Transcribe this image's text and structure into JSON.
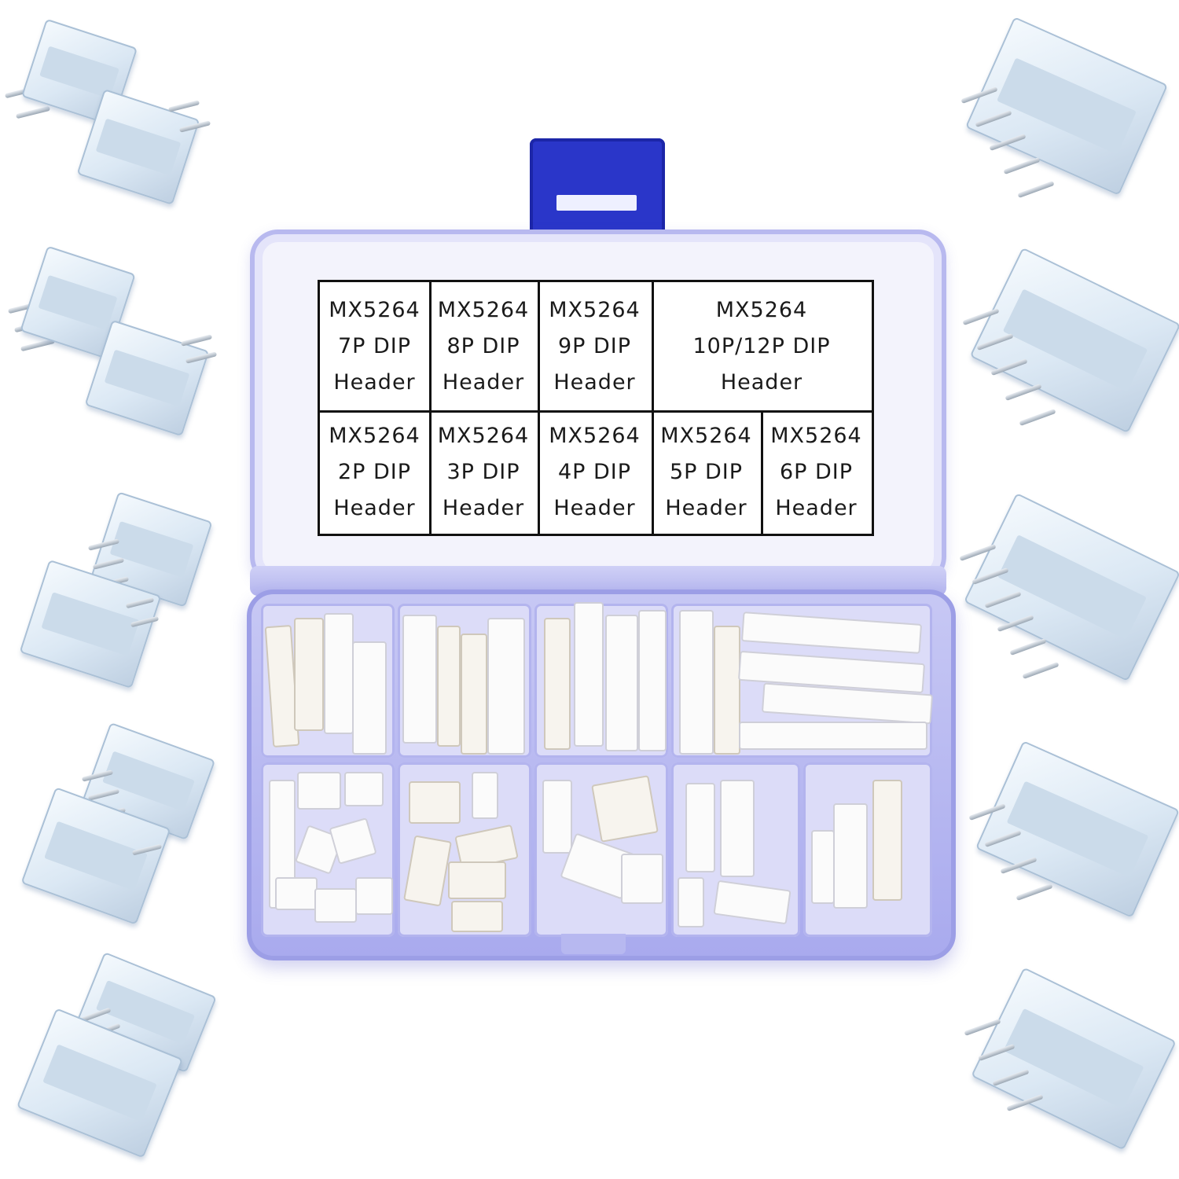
{
  "box": {
    "labels": [
      {
        "model": "MX5264",
        "size": "7P DIP",
        "kind": "Header"
      },
      {
        "model": "MX5264",
        "size": "8P DIP",
        "kind": "Header"
      },
      {
        "model": "MX5264",
        "size": "9P DIP",
        "kind": "Header"
      },
      {
        "model": "MX5264",
        "size": "10P/12P DIP",
        "kind": "Header"
      },
      {
        "model": "MX5264",
        "size": "2P DIP",
        "kind": "Header"
      },
      {
        "model": "MX5264",
        "size": "3P DIP",
        "kind": "Header"
      },
      {
        "model": "MX5264",
        "size": "4P DIP",
        "kind": "Header"
      },
      {
        "model": "MX5264",
        "size": "5P DIP",
        "kind": "Header"
      },
      {
        "model": "MX5264",
        "size": "6P DIP",
        "kind": "Header"
      }
    ]
  },
  "colors": {
    "box_tab": "#2a36c9",
    "box_plastic": "#b8b9ef",
    "connector": "#dbe8f4"
  }
}
